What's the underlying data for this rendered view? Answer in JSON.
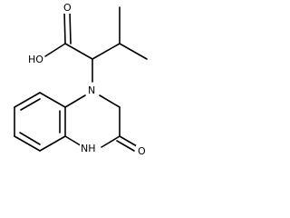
{
  "diagram": {
    "kind": "chemical-structure",
    "labels": {
      "hydroxyl": "HO",
      "carbonyl_acid": "O",
      "ring_nitrogen": "N",
      "amide_nh": "NH",
      "carbonyl_amide": "O"
    }
  }
}
